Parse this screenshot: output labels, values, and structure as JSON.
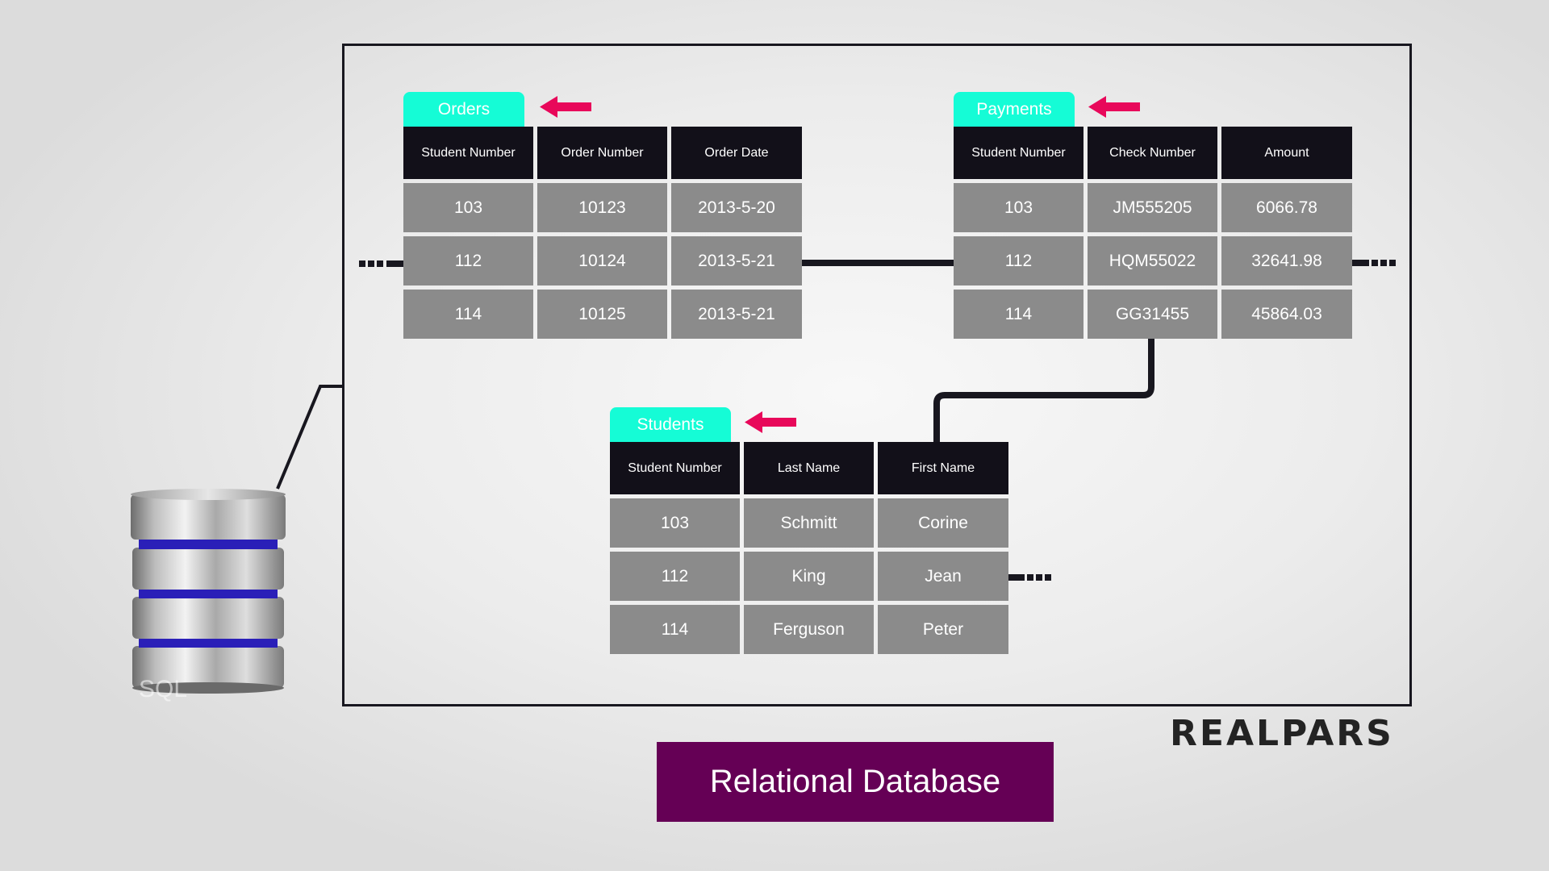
{
  "tables": {
    "orders": {
      "title": "Orders",
      "headers": [
        "Student Number",
        "Order Number",
        "Order Date"
      ],
      "rows": [
        [
          "103",
          "10123",
          "2013-5-20"
        ],
        [
          "112",
          "10124",
          "2013-5-21"
        ],
        [
          "114",
          "10125",
          "2013-5-21"
        ]
      ]
    },
    "payments": {
      "title": "Payments",
      "headers": [
        "Student Number",
        "Check Number",
        "Amount"
      ],
      "rows": [
        [
          "103",
          "JM555205",
          "6066.78"
        ],
        [
          "112",
          "HQM55022",
          "32641.98"
        ],
        [
          "114",
          "GG31455",
          "45864.03"
        ]
      ]
    },
    "students": {
      "title": "Students",
      "headers": [
        "Student Number",
        "Last Name",
        "First Name"
      ],
      "rows": [
        [
          "103",
          "Schmitt",
          "Corine"
        ],
        [
          "112",
          "King",
          "Jean"
        ],
        [
          "114",
          "Ferguson",
          "Peter"
        ]
      ]
    }
  },
  "banner": {
    "title": "Relational Database"
  },
  "logo": {
    "text": "REALPARS"
  },
  "database_icon": {
    "label": "SQL",
    "icon": "database-icon"
  },
  "colors": {
    "tab": "#15fcd6",
    "arrow": "#e8085a",
    "header": "#121019",
    "cell": "#8b8b8b",
    "banner": "#650055"
  }
}
